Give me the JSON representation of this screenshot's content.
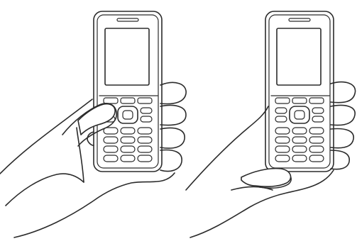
{
  "figure": {
    "panels": [
      {
        "id": "left",
        "grip": "thumb-on-keypad"
      },
      {
        "id": "right",
        "grip": "thumb-below-keypad"
      }
    ],
    "colors": {
      "line": "#2b2b2b",
      "background": "#ffffff"
    }
  }
}
